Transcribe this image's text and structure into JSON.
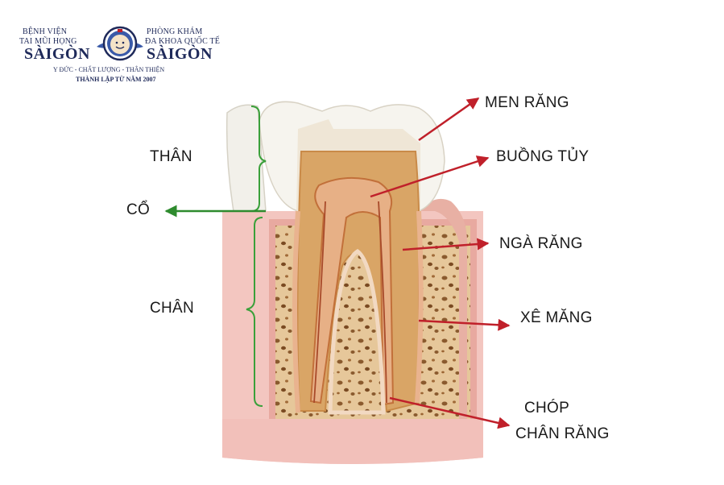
{
  "logo": {
    "left_line1": "BỆNH VIỆN",
    "left_line2": "TAI MŨI HỌNG",
    "left_big": "SÀIGÒN",
    "right_line1": "PHÒNG KHÁM",
    "right_line2": "ĐA KHOA QUỐC TẾ",
    "right_big": "SÀIGÒN",
    "tagline": "Y ĐỨC - CHẤT LƯỢNG - THÂN THIỆN",
    "established": "THÀNH LẬP TỪ NĂM 2007"
  },
  "labels": {
    "than": "THÂN",
    "co": "CỔ",
    "chan": "CHÂN",
    "men_rang": "MEN RĂNG",
    "buong_tuy": "BUỒNG TỦY",
    "nga_rang": "NGÀ RĂNG",
    "xe_mang": "XÊ MĂNG",
    "chop_line1": "CHÓP",
    "chop_line2": "CHÂN RĂNG"
  },
  "colors": {
    "label_text": "#1a1a1a",
    "pointer_arrow": "#c0202a",
    "neck_arrow": "#2e8b2e",
    "brace": "#3aa03a",
    "logo_text": "#1f2a5a"
  }
}
